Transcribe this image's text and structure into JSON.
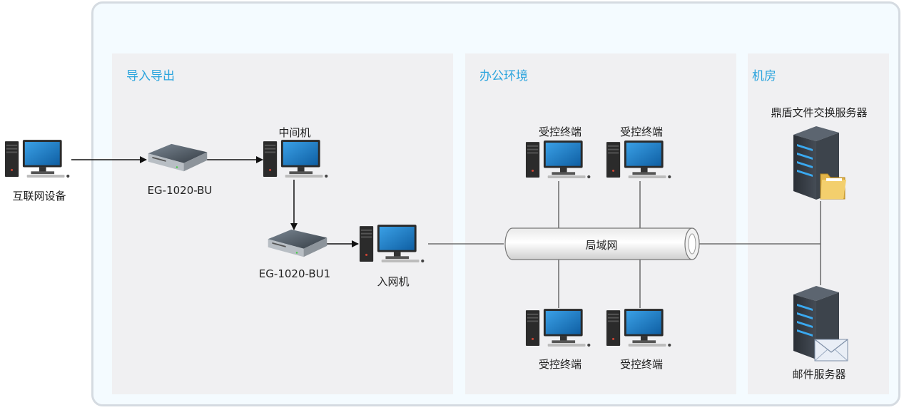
{
  "zones": {
    "import_export": "导入导出",
    "office": "办公环境",
    "machine_room": "机房"
  },
  "nodes": {
    "internet_device": "互联网设备",
    "gateway1": "EG-1020-BU",
    "intermediate": "中间机",
    "gateway2": "EG-1020-BU1",
    "network_entry": "入网机",
    "terminal_tl": "受控终端",
    "terminal_tr": "受控终端",
    "terminal_bl": "受控终端",
    "terminal_br": "受控终端",
    "lan": "局域网",
    "file_server": "鼎盾文件交换服务器",
    "mail_server": "邮件服务器"
  },
  "colors": {
    "zone_title": "#2ba4dd",
    "screen_blue": "#1f7ec4",
    "panel_bg": "#f0f0f2",
    "outer_bg": "#f4fbff"
  }
}
